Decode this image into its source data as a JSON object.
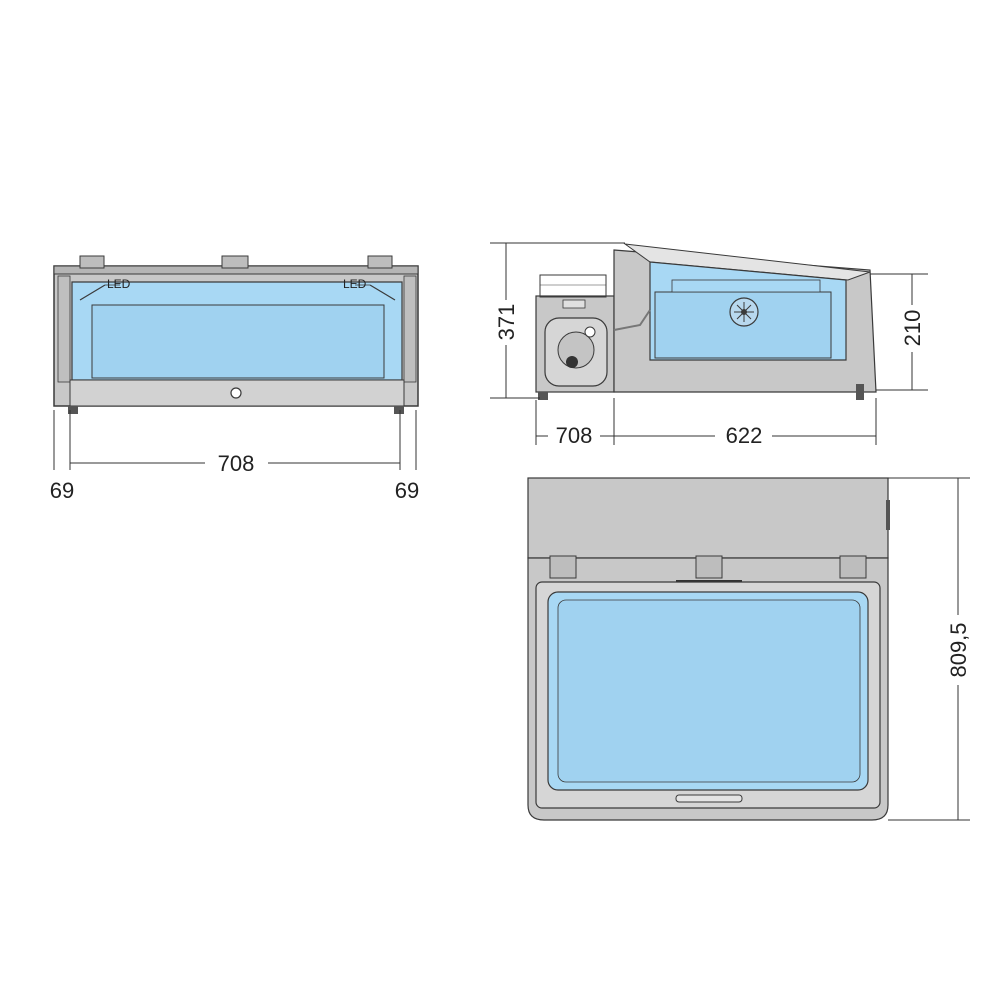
{
  "colors": {
    "body_grey": "#c8c8c8",
    "panel_grey": "#d2d2d2",
    "glass_blue": "#a8d8f4",
    "glass_blue_dark": "#8ecbef",
    "outline": "#3a3a3a",
    "dim_line": "#333333",
    "background": "#ffffff"
  },
  "front_view": {
    "led_left": "LED",
    "led_right": "LED",
    "dim_width": "708",
    "dim_left_margin": "69",
    "dim_right_margin": "69"
  },
  "side_view": {
    "dim_height_total": "371",
    "dim_height_tray": "210",
    "dim_depth_unit": "708",
    "dim_depth_tray": "622"
  },
  "top_view": {
    "dim_depth_total": "809,5"
  },
  "icons": {
    "fan": "fan-icon",
    "compressor": "compressor-icon",
    "hinge": "hinge-icon"
  }
}
